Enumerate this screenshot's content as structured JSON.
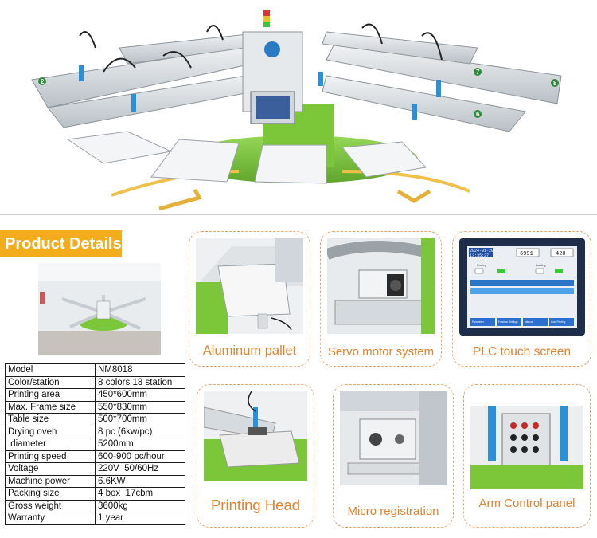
{
  "machine_illustration": {
    "station_numbers": [
      "2",
      "8",
      "7",
      "6"
    ]
  },
  "section": {
    "banner": "Product Details"
  },
  "specs": [
    {
      "key": "Model",
      "value": "NM8018"
    },
    {
      "key": "Color/station",
      "value": "8 colors 18 station"
    },
    {
      "key": "Printing area",
      "value": "450*600mm"
    },
    {
      "key": "Max. Frame size",
      "value": "550*830mm"
    },
    {
      "key": "Table size",
      "value": "500*700mm"
    },
    {
      "key": "Drying oven",
      "value": "8 pc (6kw/pc)"
    },
    {
      "key": " diameter",
      "value": "5200mm"
    },
    {
      "key": "Printing speed",
      "value": "600-900 pc/hour"
    },
    {
      "key": "Voltage",
      "value": "220V  50/60Hz"
    },
    {
      "key": "Machine power",
      "value": "6.6KW"
    },
    {
      "key": "Packing size",
      "value": "4 box  17cbm"
    },
    {
      "key": "Gross weight",
      "value": "3600kg"
    },
    {
      "key": "Warranty",
      "value": "1 year"
    }
  ],
  "features": [
    {
      "caption": "Aluminum pallet"
    },
    {
      "caption": "Servo motor system"
    },
    {
      "caption": "PLC touch screen"
    },
    {
      "caption": "Printing Head"
    },
    {
      "caption": "Micro registration"
    },
    {
      "caption": "Arm Control panel"
    }
  ],
  "plc_screen": {
    "date": "2024-01-20",
    "time": "13:35:27",
    "counter_left": "6991",
    "counter_right": "420",
    "label_left": "Printing",
    "label_right": "Loading",
    "bottom_buttons": [
      "Parameter",
      "Function Settings",
      "Manual",
      "Auto Printing"
    ]
  },
  "colors": {
    "banner": "#f3ad1c",
    "caption": "#e3822f",
    "card_border": "#e8a878",
    "machine_green": "#7cc63a",
    "frame_silver": "#d8dde2"
  }
}
